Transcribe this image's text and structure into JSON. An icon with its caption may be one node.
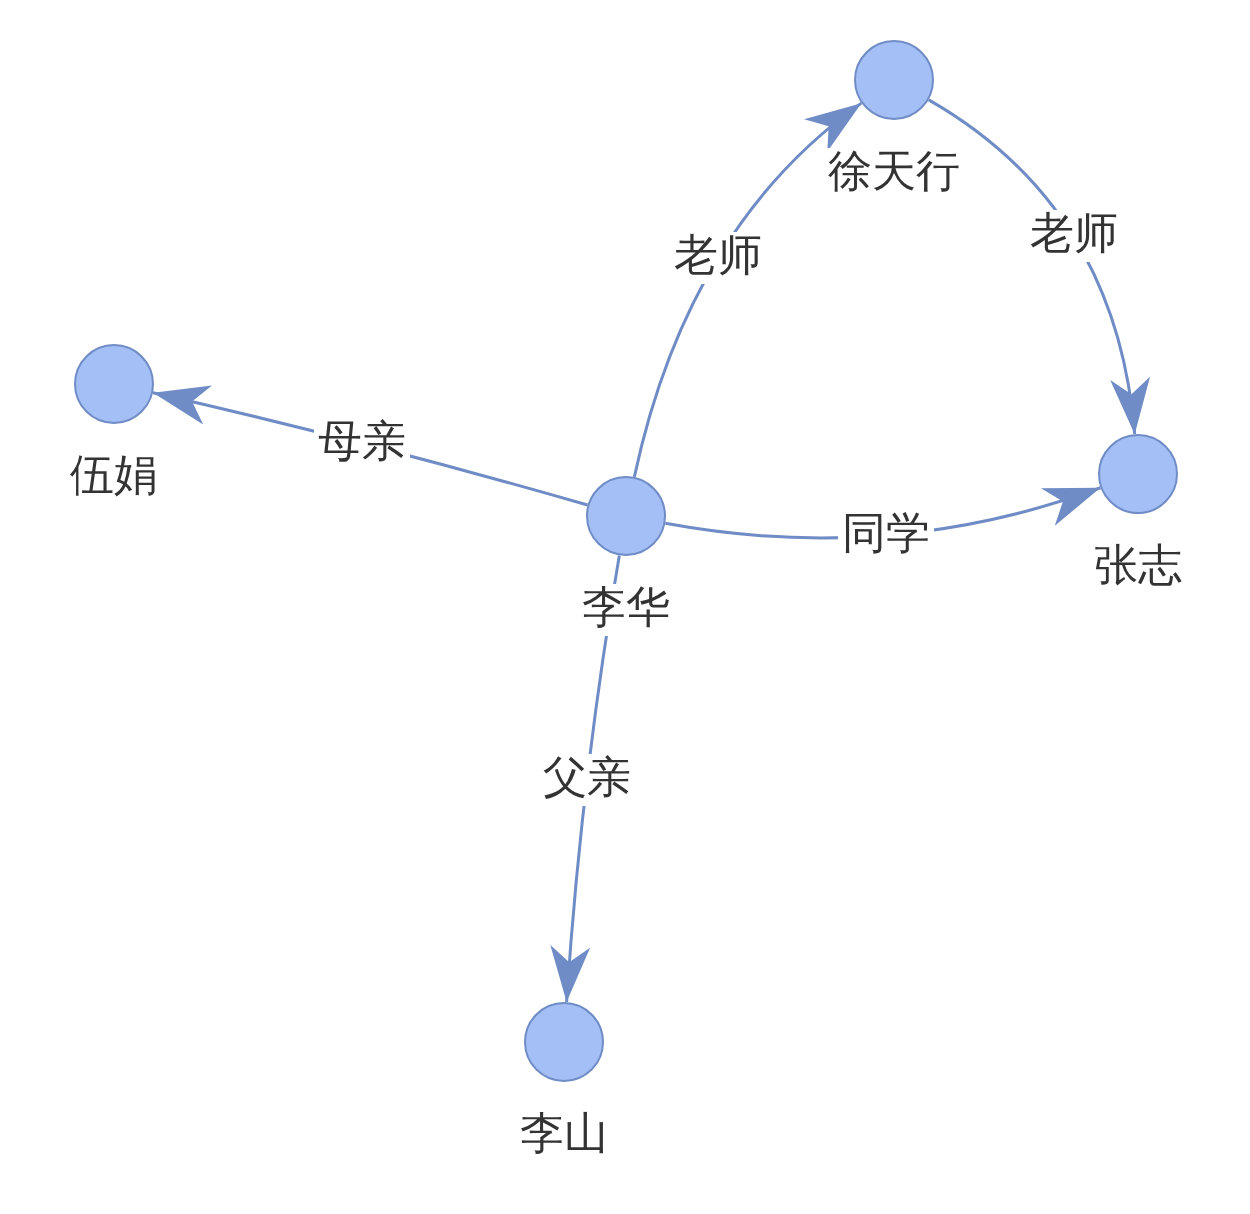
{
  "diagram": {
    "nodes": [
      {
        "text": [
          "李华"
        ]
      },
      {
        "text": [
          "徐天行"
        ]
      },
      {
        "text": [
          "张志"
        ]
      },
      {
        "text": [
          "伍娟"
        ]
      },
      {
        "text": [
          "李山"
        ]
      }
    ],
    "edges": [
      {
        "from": 0,
        "to": 1,
        "arrow": "to",
        "label": "老师"
      },
      {
        "from": 1,
        "to": 2,
        "arrow": "to",
        "label": "老师"
      },
      {
        "from": 0,
        "to": 3,
        "arrow": "to",
        "label": "母亲"
      },
      {
        "from": 0,
        "to": 2,
        "arrow": "to",
        "label": "同学"
      },
      {
        "from": 0,
        "to": 4,
        "arrow": "to",
        "label": "父亲"
      }
    ]
  }
}
